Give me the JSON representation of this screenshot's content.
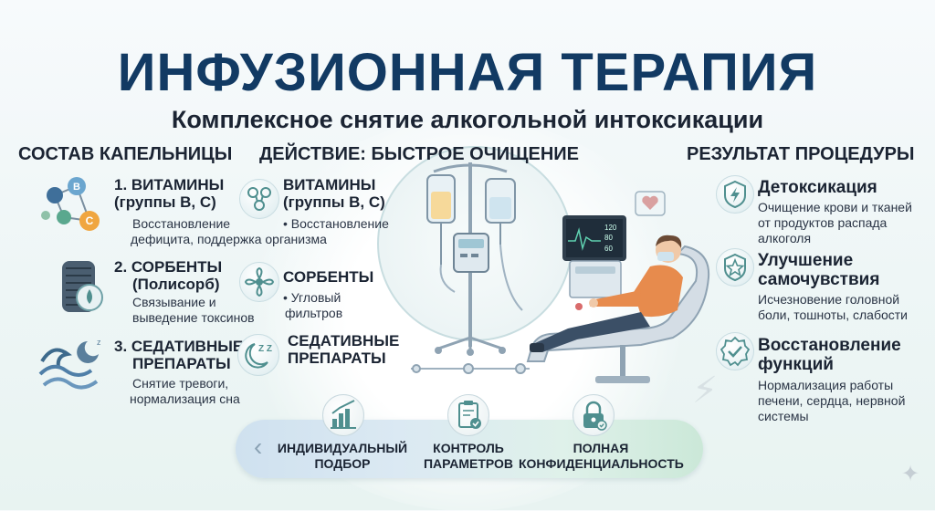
{
  "title": "ИНФУЗИОННАЯ ТЕРАПИЯ",
  "subtitle": "Комплексное снятие алкогольной интоксикации",
  "left": {
    "heading": "СОСТАВ КАПЕЛЬНИЦЫ",
    "items": [
      {
        "title": "1. ВИТАМИНЫ (группы В, С)",
        "title_l1": "1. ВИТАМИНЫ",
        "title_l2": "(группы В, С)",
        "desc_l1": "Восстановление",
        "desc_l2": "дефицита, поддержка организма",
        "icon": "molecule-icon",
        "mol_b": "B",
        "mol_c": "C"
      },
      {
        "title": "2. СОРБЕНТЫ (Полисорб)",
        "title_l1": "2. СОРБЕНТЫ",
        "title_l2": "(Полисорб)",
        "desc_l1": "Связывание и",
        "desc_l2": "выведение токсинов",
        "icon": "filter-cartridge-icon"
      },
      {
        "title": "3. СЕДАТИВНЫЕ ПРЕПАРАТЫ",
        "title_l1": "3. СЕДАТИВНЫЕ",
        "title_l2": "ПРЕПАРАТЫ",
        "desc_l1": "Снятие тревоги,",
        "desc_l2": "нормализация сна",
        "icon": "waves-moon-icon"
      }
    ]
  },
  "middle": {
    "heading": "ДЕЙСТВИЕ: БЫСТРОЕ ОЧИЩЕНИЕ",
    "items": [
      {
        "title_l1": "ВИТАМИНЫ",
        "title_l2": "(группы В, С)",
        "desc_l1": "• Восстановление",
        "desc_l2": "",
        "icon": "molecule-small-icon"
      },
      {
        "title_l1": "СОРБЕНТЫ",
        "title_l2": "",
        "desc_l1": "• Угловый",
        "desc_l2": "фильтров",
        "icon": "propeller-filter-icon"
      },
      {
        "title_l1": "СЕДАТИВНЫЕ",
        "title_l2": "ПРЕПАРАТЫ",
        "desc_l1": "",
        "desc_l2": "",
        "icon": "moon-zz-icon",
        "zz": "Z Z"
      }
    ]
  },
  "right": {
    "heading": "РЕЗУЛЬТАТ ПРОЦЕДУРЫ",
    "items": [
      {
        "title_l1": "Детоксикация",
        "title_l2": "",
        "desc_l1": "Очищение крови и тканей",
        "desc_l2": "от продуктов распада",
        "desc_l3": "алкоголя",
        "icon": "lightning-shield-icon"
      },
      {
        "title_l1": "Улучшение",
        "title_l2": "самочувствия",
        "desc_l1": "Исчезновение головной",
        "desc_l2": "боли, тошноты, слабости",
        "desc_l3": "",
        "icon": "star-badge-icon"
      },
      {
        "title_l1": "Восстановление",
        "title_l2": "функций",
        "desc_l1": "Нормализация работы",
        "desc_l2": "печени, сердца, нервной",
        "desc_l3": "системы",
        "icon": "check-badge-icon"
      }
    ]
  },
  "monitor": {
    "reading_1": "120",
    "reading_2": "80",
    "reading_3": "60"
  },
  "bottom_bar": {
    "items": [
      {
        "label_l1": "ИНДИВИДУАЛЬНЫЙ",
        "label_l2": "ПОДБОР",
        "icon": "bar-chart-icon"
      },
      {
        "label_l1": "КОНТРОЛЬ",
        "label_l2": "ПАРАМЕТРОВ",
        "icon": "clipboard-check-icon"
      },
      {
        "label_l1": "ПОЛНАЯ",
        "label_l2": "КОНФИДЕНЦИАЛЬНОСТЬ",
        "icon": "lock-icon"
      }
    ],
    "arrow": "‹"
  },
  "colors": {
    "title": "#123a63",
    "accent_teal": "#4f8f8f",
    "bg": "#f2f7f8"
  }
}
